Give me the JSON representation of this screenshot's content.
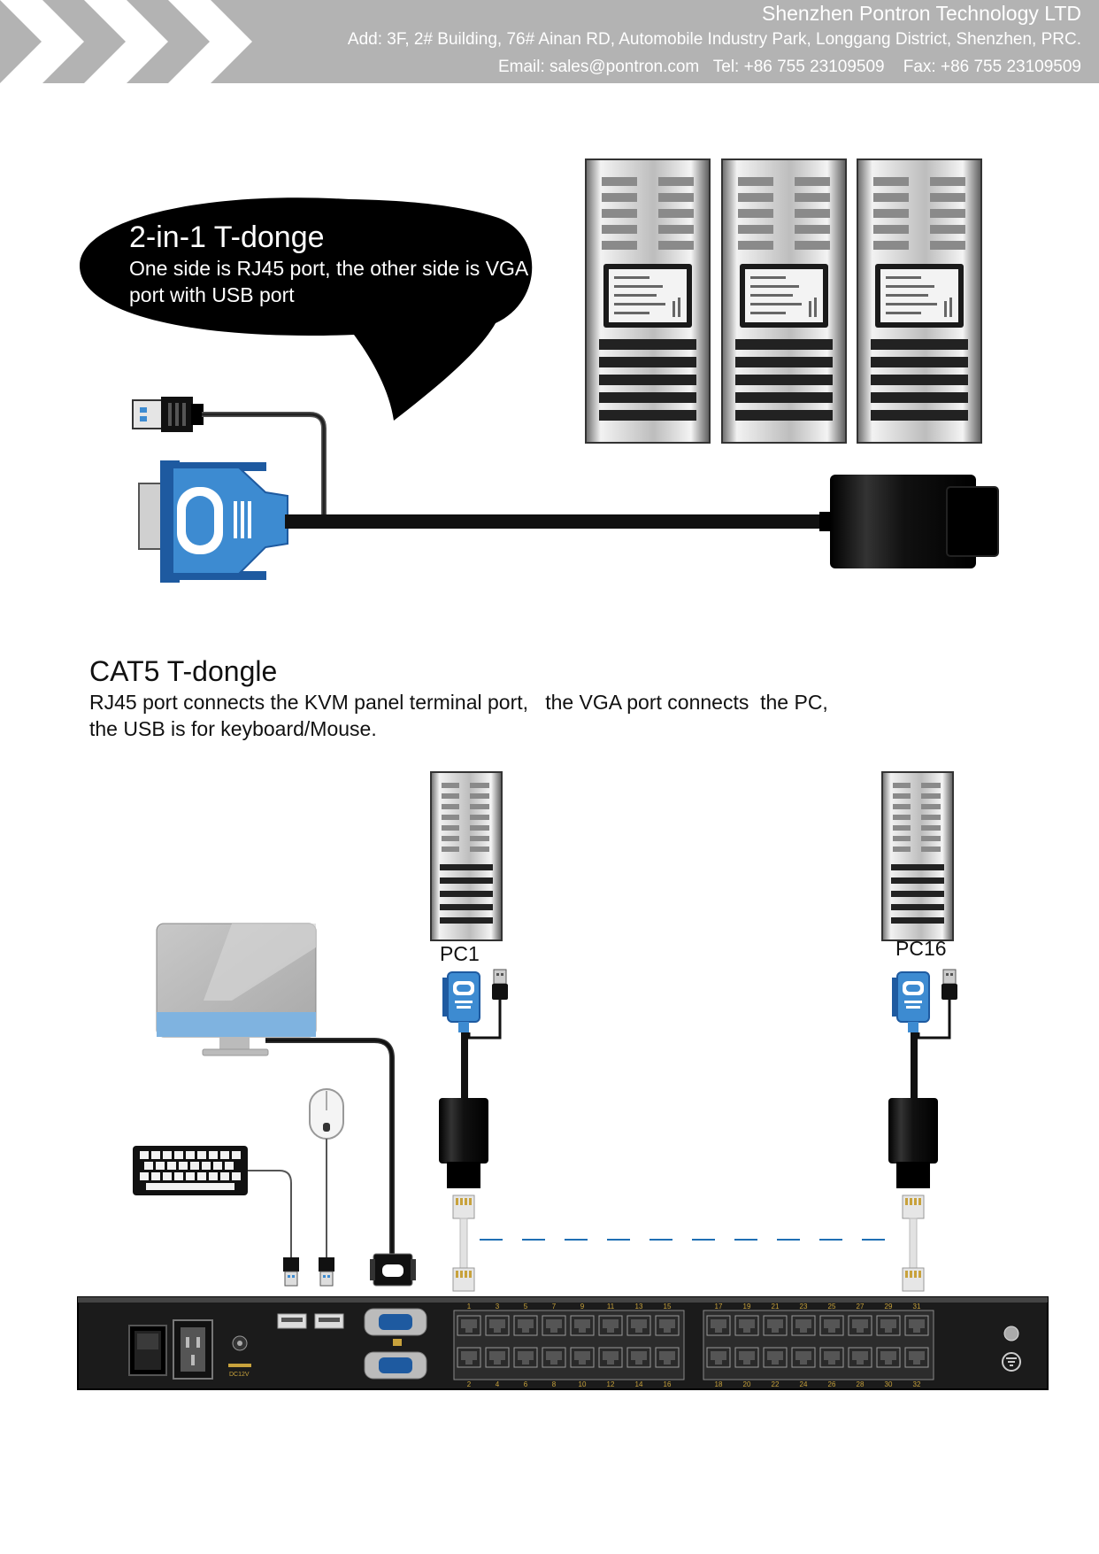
{
  "header": {
    "company": "Shenzhen Pontron Technology LTD",
    "address": "Add: 3F, 2# Building, 76# Ainan RD, Automobile Industry Park, Longgang District, Shenzhen, PRC.",
    "contact": "Email: sales@pontron.com   Tel: +86 755 23109509    Fax: +86 755 23109509"
  },
  "bubble": {
    "title": "2-in-1 T-donge",
    "description": "One side is RJ45 port, the other side is VGA port with USB port"
  },
  "section2": {
    "title": "CAT5 T-dongle",
    "description": "RJ45 port connects the KVM panel terminal port,   the VGA port connects  the PC,\nthe USB is for keyboard/Mouse."
  },
  "pcs": [
    {
      "label": "PC1"
    },
    {
      "label": "PC16"
    }
  ],
  "kvm": {
    "top_port_numbers": [
      "1",
      "3",
      "5",
      "7",
      "9",
      "11",
      "13",
      "15",
      "17",
      "19",
      "21",
      "23",
      "25",
      "27",
      "29",
      "31"
    ],
    "bottom_port_numbers": [
      "2",
      "4",
      "6",
      "8",
      "10",
      "12",
      "14",
      "16",
      "18",
      "20",
      "22",
      "24",
      "26",
      "28",
      "30",
      "32"
    ],
    "power_label": "DC12V"
  },
  "colors": {
    "header_bg": "#b3b3b3",
    "vga_blue": "#3d8bd1",
    "vga_dark_blue": "#1e5aa0",
    "bubble": "#000000",
    "dash_line": "#1f6fb4"
  }
}
